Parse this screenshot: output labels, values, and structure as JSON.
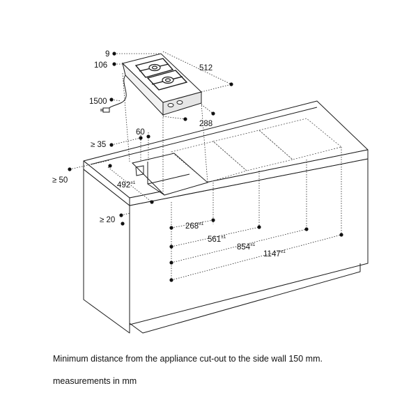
{
  "cooktop": {
    "dim_height_top": "9",
    "dim_height_total": "106",
    "dim_depth": "512",
    "dim_cable": "1500",
    "dim_width": "288"
  },
  "cutout": {
    "dim_min_front": "≥ 35",
    "dim_offset": "60",
    "dim_min_side": "≥ 50",
    "dim_depth": "492",
    "dim_depth_tol": "±1",
    "dim_min_top": "≥ 20",
    "dim_width_1": "268",
    "dim_width_1_tol": "±1",
    "dim_width_2": "561",
    "dim_width_2_tol": "±1",
    "dim_width_3": "854",
    "dim_width_3_tol": "±1",
    "dim_width_4": "1147",
    "dim_width_4_tol": "±1"
  },
  "notes": {
    "side_wall": "Minimum distance from the appliance cut-out to the side wall 150 mm.",
    "units": "measurements in mm"
  },
  "colors": {
    "line": "#1a1a1a",
    "dotted": "#222222"
  }
}
